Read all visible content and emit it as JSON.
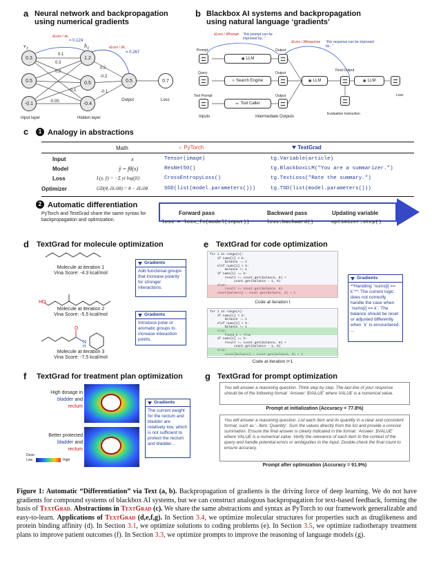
{
  "panel_a": {
    "letter": "a",
    "title": "Neural network and backpropagation using numerical gradients",
    "nodes": [
      "0.3",
      "1.2",
      "0.5",
      "0.5",
      "0.5",
      "0.7",
      "-0.1",
      "-0.4"
    ],
    "weights": [
      "0.1",
      "0.3",
      "0.2",
      "0.5",
      "-0.2",
      "-0.1",
      "-0.1",
      "-0.05"
    ],
    "v1": "v",
    "v1_sub": "1",
    "h1": "h",
    "h1_sub": "1",
    "grad_v1": "= 0.124",
    "grad_h1": "= 0.267",
    "input_label": "Input layer",
    "hidden_label": "Hidden layer",
    "output_label": "Output",
    "loss_label": "Loss"
  },
  "panel_b": {
    "letter": "b",
    "title": "Blackbox AI systems and backpropagation using natural language ‘gradients’",
    "prompt": "Prompt",
    "query": "Query",
    "tool_prompt": "Tool Prompt",
    "output": "Output",
    "final_output": "Final Output",
    "llm": "LLM",
    "search": "Search Engine",
    "tool_caller": "Tool Caller",
    "loss": "Loss",
    "eval": "Evaluation Instruction",
    "inputs": "Inputs",
    "intermediate": "Intermediate Outputs",
    "grad1": "“this prompt can be improved by...”",
    "grad2": "“this response can be improved by...”"
  },
  "panel_c": {
    "letter": "c",
    "sub1_num": "1",
    "sub1": "Analogy in abstractions",
    "math": "Math",
    "pytorch": "PyTorch",
    "textgrad": "TextGrad",
    "rows": [
      {
        "label": "Input",
        "math": "x",
        "pt": "Tensor(image)",
        "tg": "tg.Variable(article)"
      },
      {
        "label": "Model",
        "math": "ŷ = fθ(x)",
        "pt": "ResNet50()",
        "tg": "tg.BlackboxLLM(\"You are a summarizer.\")"
      },
      {
        "label": "Loss",
        "math": "L(y, ŷ) = −Σ yi log(ŷi)",
        "pt": "CrossEntropyLoss()",
        "tg": "tg.TextLoss(\"Rate the summary.\")"
      },
      {
        "label": "Optimizer",
        "math": "GD(θ, ∂L/∂θ) = θ − ∂L/∂θ",
        "pt": "SGD(list(model.parameters()))",
        "tg": "tg.TGD(list(model.parameters()))"
      }
    ],
    "sub2_num": "2",
    "sub2": "Automatic differentiation",
    "sub2_desc": "PyTorch and TextGrad share the same syntax for backpropagation and optimization.",
    "fp": "Forward pass",
    "bp": "Backward pass",
    "uv": "Updating variable",
    "fp_code": "loss = loss_fn(model(input))",
    "bp_code": "loss.backward()",
    "uv_code": "optimizer.step()"
  },
  "panel_d": {
    "letter": "d",
    "title": "TextGrad for molecule optimization",
    "m1": "Molecule at iteration 1",
    "m1s": "Vina Score: -4.3 kcal/mol",
    "m2": "Molecule at iteration 2",
    "m2s": "Vina Score: -5.5 kcal/mol",
    "m3": "Molecule at iteration 3",
    "m3s": "Vina Score: -7.5 kcal/mol",
    "ho": "HO",
    "o": "O",
    "n": "N",
    "h": "H",
    "g_head": "Gradients",
    "g1": "Add functional groups that increase polarity for stronger interactions.",
    "g2": "Introduce polar or aromatic groups to increase interaction points."
  },
  "panel_e": {
    "letter": "e",
    "title": "TextGrad for code optimization",
    "code1": "for i in range(n):\n    if nums[i] < k:\n        balance -= 1\n    elif nums[i] > k:\n        balance += 1\n    if nums[i] == k:\n        result += count.get(balance, 0) +\n             count.get(balance - 1, 0)\n    else:\n        result += count.get(balance, 0)\n    count[balance] = count.get(balance, 0) + 1",
    "cap1": "Code at iteration t",
    "code2": "for i in range(n):\n    if nums[i] < k:\n        balance -= 1\n    elif nums[i] > k:\n        balance += 1\n    else:\n        found_k = True\n    if nums[i] == k:\n        result += count.get(balance, 0) +\n             count.get(balance - 1, 0)\n    else:\n        count[balance] = count.get(balance, 0) + 1",
    "cap2": "Code at iteration t+1",
    "g_head": "Gradients",
    "g": "**Handling `nums[i] == k`**: The current logic does not correctly handle the case when `nums[i] == k`. The balance should be reset or adjusted differently when `k` is encountered. ..."
  },
  "panel_f": {
    "letter": "f",
    "title": "TextGrad for treatment plan optimization",
    "t1a": "High dosage in",
    "t1b": "bladder",
    "t1c": "and",
    "t1d": "rectum",
    "t2a": "Better protected",
    "t2b": "bladder",
    "t2c": "and",
    "t2d": "rectum",
    "dose": "Dose:",
    "low": "Low",
    "high": "High",
    "g_head": "Gradients",
    "g": "The current weight for the rectum and bladder are relatively low, which is not sufficient to protect the rectum and bladder..."
  },
  "panel_g": {
    "letter": "g",
    "title": "TextGrad for prompt optimization",
    "p1": "You will answer a reasoning question. Think step by step. The last line of your response should be of the following format: 'Answer: $VALUE' where VALUE is a numerical value.",
    "p1cap": "Prompt at initialization (Accuracy = 77.8%)",
    "p2": "You will answer a reasoning question. List each item and its quantity in a clear and consistent format, such as '- Item: Quantity'. Sum the values directly from the list and provide a concise summation. Ensure the final answer is clearly indicated in the format: 'Answer: $VALUE' where VALUE is a numerical value. Verify the relevance of each item to the context of the query and handle potential errors or ambiguities in the input. Double-check the final count to ensure accuracy.",
    "p2cap": "Prompt after optimization (Accuracy = 91.9%)"
  },
  "caption": {
    "fig": "Figure 1: Automatic “Differentiation” via Text (a, b).",
    "t1": " Backpropagation of gradients is the driving force of deep learning. We do not have gradients for compound systems of blackbox AI systems, but we can construct analogous backpropagation for text-based feedback, forming the basis of ",
    "tg1": "TextGrad",
    "t2": ". ",
    "abs": "Abstractions in ",
    "tg2": "TextGrad",
    "abs2": " (c).",
    "t3": " We share the same abstractions and syntax as PyTorch to our framework generalizable and easy-to-learn. ",
    "app": "Applications of ",
    "tg3": "TextGrad",
    "app2": " (d,e,f,g).",
    "t4": " In Section ",
    "s1": "3.4",
    "t5": ", we optimize molecular structures for properties such as druglikeness and protein binding affinity (d). In Section ",
    "s2": "3.1",
    "t6": ", we optimize solutions to coding problems (e). In Section ",
    "s3": "3.5",
    "t7": ", we optimize radiotherapy treatment plans to improve patient outcomes (f). In Section ",
    "s4": "3.3",
    "t8": ", we optimize prompts to improve the reasoning of language models (g)."
  },
  "colors": {
    "accent": "#1f3a93",
    "red": "#c01818",
    "link": "#c01818"
  }
}
